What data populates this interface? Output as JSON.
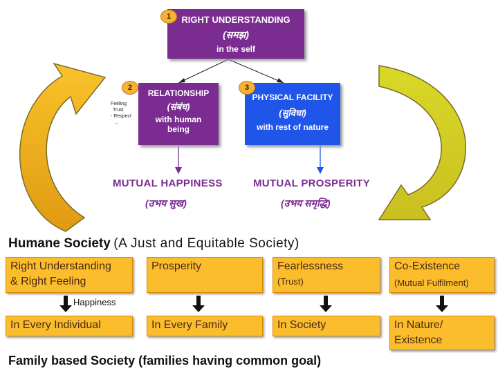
{
  "top_box": {
    "number": "1",
    "title": "RIGHT UNDERSTANDING",
    "hindi": "(समझ)",
    "subtitle": "in the self"
  },
  "left_box": {
    "number": "2",
    "title": "RELATIONSHIP",
    "hindi": "(संबंध)",
    "line1": "with human",
    "line2": "being"
  },
  "right_box": {
    "number": "3",
    "title": "PHYSICAL FACILITY",
    "hindi": "(सुविधा)",
    "subtitle": "with rest of nature"
  },
  "side_note": {
    "l1": "Feeling",
    "l2": "Trust",
    "l3": "- Respect",
    "l4": "…"
  },
  "mutual_happiness": {
    "label": "MUTUAL HAPPINESS",
    "hindi": "(उभय सुख)"
  },
  "mutual_prosperity": {
    "label": "MUTUAL PROSPERITY",
    "hindi": "(उभय समृद्धि)"
  },
  "humane": {
    "title": "Humane Society",
    "subtitle": "(A Just and Equitable Society)"
  },
  "top_row": [
    {
      "l1": "Right Understanding",
      "l2": "& Right Feeling"
    },
    {
      "l1": "Prosperity"
    },
    {
      "l1": "Fearlessness",
      "l2": "(Trust)"
    },
    {
      "l1": "Co-Existence",
      "l2": "(Mutual Fulfilment)"
    }
  ],
  "happiness_label": "Happiness",
  "bottom_row": [
    {
      "l1": "In Every Individual"
    },
    {
      "l1": "In Every Family"
    },
    {
      "l1": "In Society"
    },
    {
      "l1": "In Nature/",
      "l2": "Existence"
    }
  ],
  "footer": "Family based Society (families having common goal)",
  "colors": {
    "purple": "#7b2c91",
    "blue": "#1f55e8",
    "orange": "#fbbd2c",
    "left_arrow": "#f3b41e",
    "right_arrow": "#d4d629"
  }
}
